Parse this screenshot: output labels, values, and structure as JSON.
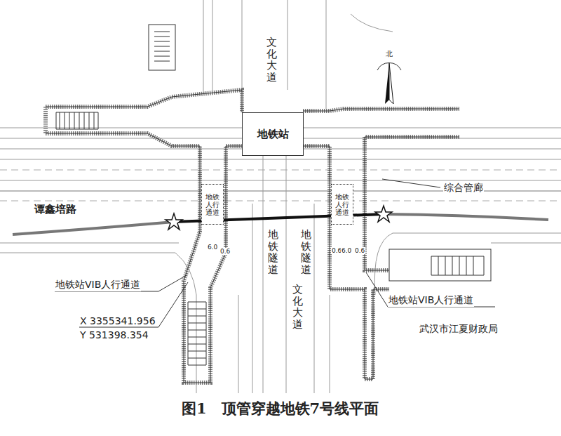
{
  "diagram": {
    "caption": "图1　顶管穿越地铁7号线平面",
    "nodes": [
      {
        "text": [
          "地铁站"
        ]
      },
      {
        "text": [
          "地铁人行通道"
        ]
      },
      {
        "text": [
          "地铁人行通道"
        ]
      }
    ],
    "labels": [
      "文化大道",
      "北",
      "综合管廊",
      "谭鑫培路",
      "地铁隧道",
      "地铁隧道",
      "6.0",
      "0.6",
      "0.6",
      "6.0",
      "0.6",
      "文化大道",
      "地铁站VIB人行通道",
      "地铁站VIB人行通道",
      "X 3355341.956",
      "Y 531398.354",
      "武汉市江夏财政局"
    ]
  }
}
